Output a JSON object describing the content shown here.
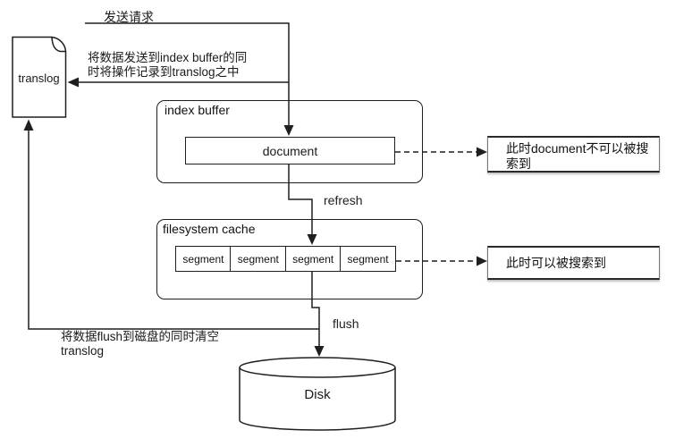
{
  "request": {
    "label": "发送请求"
  },
  "translog": {
    "label": "translog"
  },
  "notes": {
    "to_buffer_line1": "将数据发送到index buffer的同",
    "to_buffer_line2": "时将操作记录到translog之中",
    "flush_clear_line1": "将数据flush到磁盘的同时清空",
    "flush_clear_line2": "translog"
  },
  "index_buffer": {
    "title": "index buffer",
    "document_label": "document"
  },
  "refresh": {
    "label": "refresh"
  },
  "filesystem_cache": {
    "title": "filesystem cache",
    "segments": [
      "segment",
      "segment",
      "segment",
      "segment"
    ]
  },
  "flush": {
    "label": "flush"
  },
  "disk": {
    "label": "Disk"
  },
  "callouts": {
    "not_searchable_line1": "此时document不可以被搜",
    "not_searchable_line2": "索到",
    "searchable": "此时可以被搜索到"
  },
  "colors": {
    "stroke": "#1f1f1f",
    "background": "#ffffff"
  }
}
